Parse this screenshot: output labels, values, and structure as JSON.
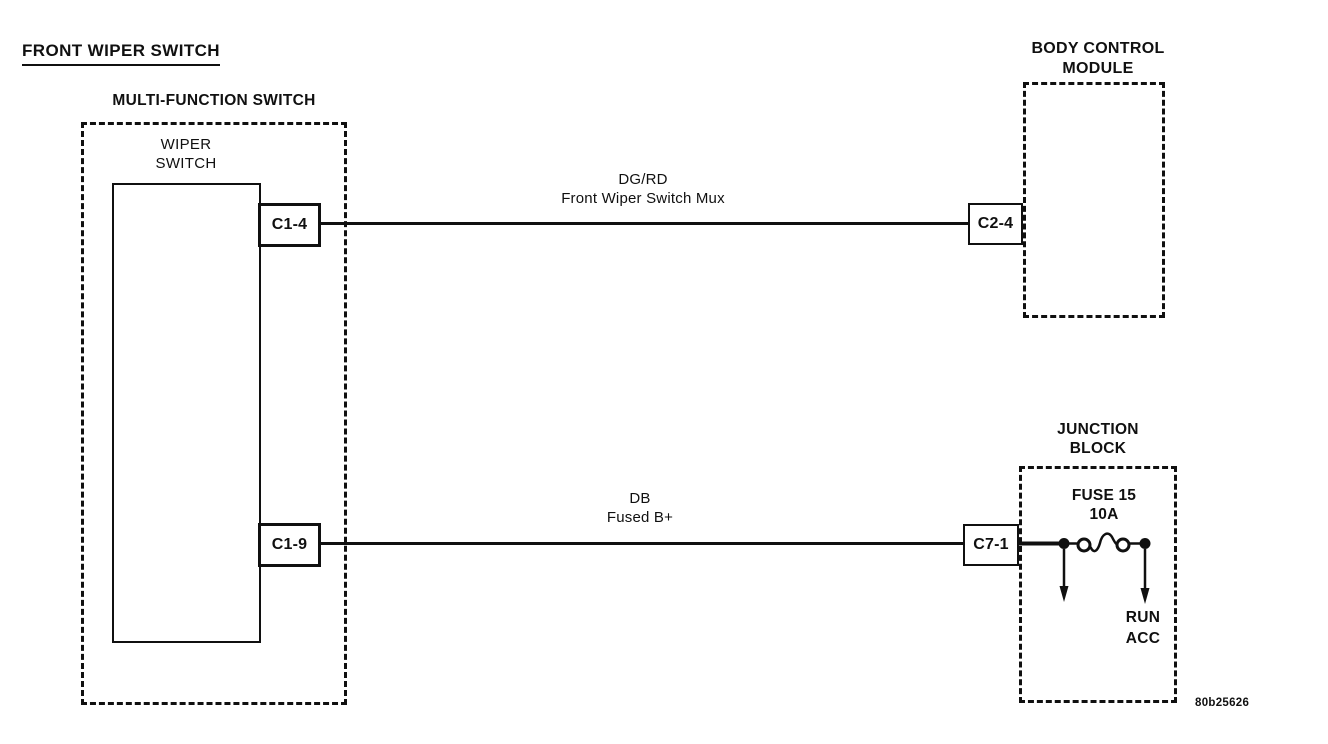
{
  "title": "FRONT WIPER SWITCH",
  "multi_function_switch": {
    "label": "MULTI-FUNCTION SWITCH",
    "inner_component": {
      "label_line1": "WIPER",
      "label_line2": "SWITCH"
    },
    "connectors": [
      {
        "id": "C1-4"
      },
      {
        "id": "C1-9"
      }
    ]
  },
  "wires": [
    {
      "color_code": "DG/RD",
      "name": "Front Wiper Switch Mux",
      "from": "C1-4",
      "to": "C2-4"
    },
    {
      "color_code": "DB",
      "name": "Fused B+",
      "from": "C1-9",
      "to": "C7-1"
    }
  ],
  "body_control_module": {
    "label_line1": "BODY CONTROL",
    "label_line2": "MODULE",
    "connector": {
      "id": "C2-4"
    }
  },
  "junction_block": {
    "label_line1": "JUNCTION",
    "label_line2": "BLOCK",
    "connector": {
      "id": "C7-1"
    },
    "fuse": {
      "name": "FUSE 15",
      "rating": "10A"
    },
    "feed_labels": {
      "line1": "RUN",
      "line2": "ACC"
    }
  },
  "figure_id": "80b25626",
  "colors": {
    "ink": "#101010",
    "background": "#ffffff"
  }
}
